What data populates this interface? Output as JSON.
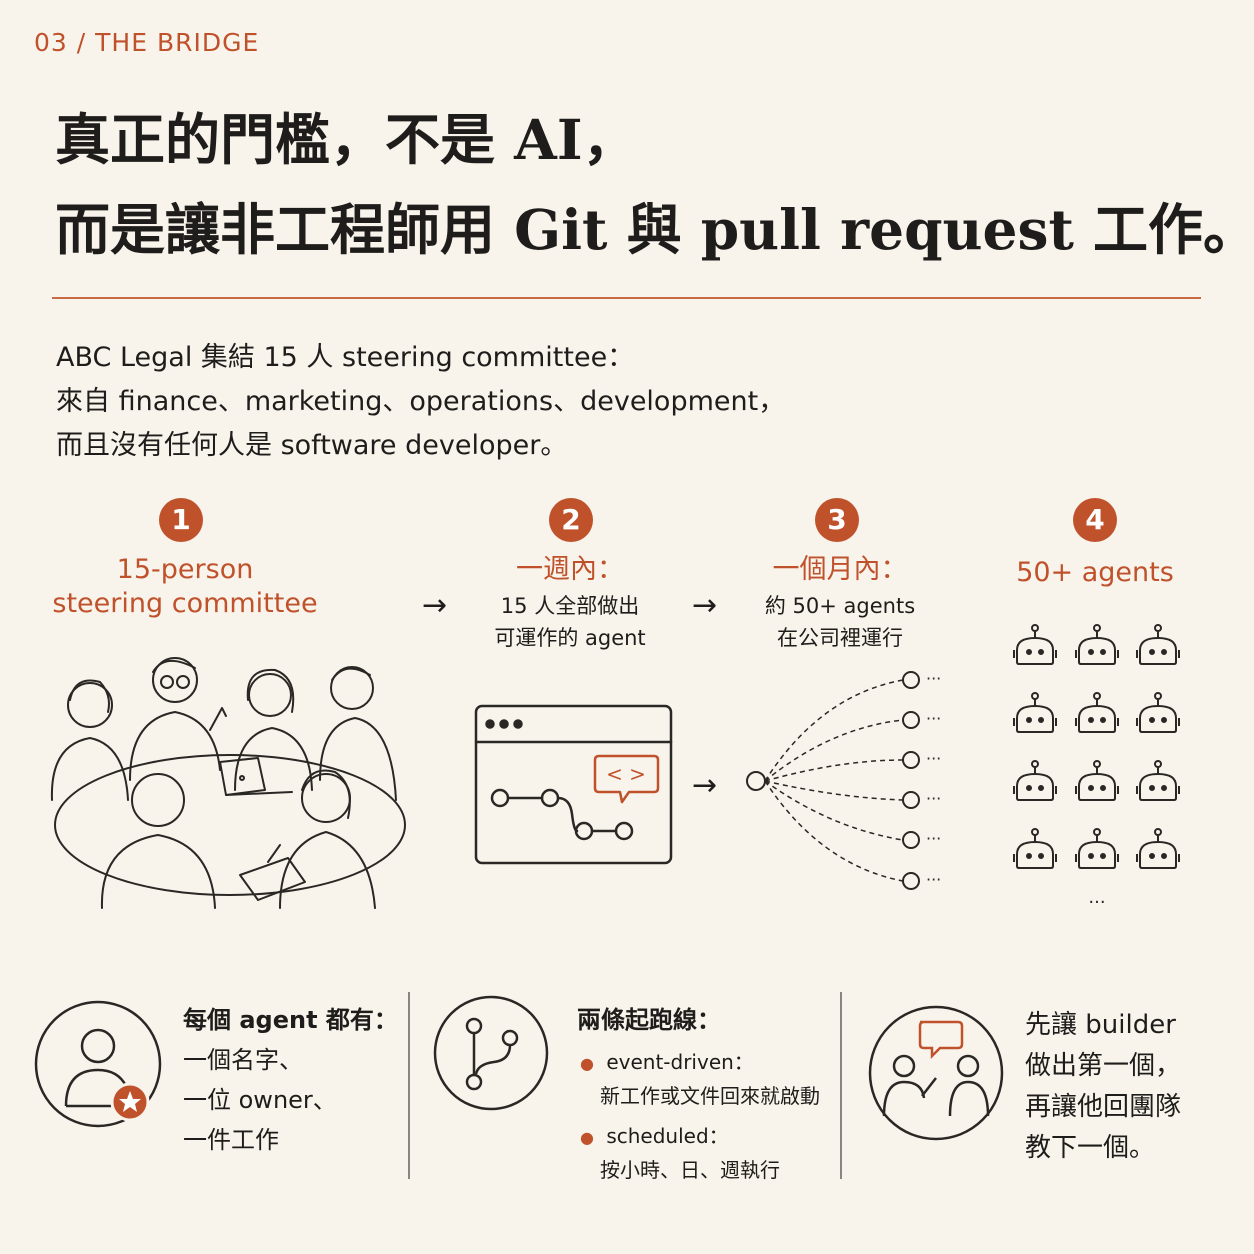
{
  "kicker": "03 / THE BRIDGE",
  "headline": {
    "line1": "真正的門檻，不是 AI，",
    "line2": "而是讓非工程師用 Git 與 pull request 工作。"
  },
  "intro": {
    "line1": "ABC Legal 集結 15 人 steering committee：",
    "line2": "來自 finance、marketing、operations、development，",
    "line3": "而且沒有任何人是 software developer。"
  },
  "steps": [
    {
      "num": "1",
      "title_line1": "15-person",
      "title_line2": "steering committee"
    },
    {
      "num": "2",
      "title": "一週內：",
      "desc_line1": "15 人全部做出",
      "desc_line2": "可運作的 agent"
    },
    {
      "num": "3",
      "title": "一個月內：",
      "desc_line1": "約 50+ agents",
      "desc_line2": "在公司裡運行"
    },
    {
      "num": "4",
      "title": "50+ agents"
    }
  ],
  "arrow_glyph": "→",
  "code_icon_text": "< >",
  "ellipsis": "···",
  "bottom": {
    "agent_info": {
      "title": "每個 agent 都有：",
      "items": [
        "一個名字、",
        "一位 owner、",
        "一件工作"
      ]
    },
    "tracks": {
      "title": "兩條起跑線：",
      "items": [
        {
          "label": "event-driven：",
          "desc": "新工作或文件回來就啟動"
        },
        {
          "label": "scheduled：",
          "desc": "按小時、日、週執行"
        }
      ]
    },
    "builder": {
      "lines": [
        "先讓 builder",
        "做出第一個，",
        "再讓他回團隊",
        "教下一個。"
      ]
    }
  },
  "colors": {
    "accent": "#c0522b",
    "background": "#f8f4ec",
    "ink": "#1f1d1b"
  },
  "icons": [
    "person-star-icon",
    "git-branch-icon",
    "team-chat-icon",
    "robot-icon",
    "browser-window-icon",
    "code-bubble-icon"
  ]
}
